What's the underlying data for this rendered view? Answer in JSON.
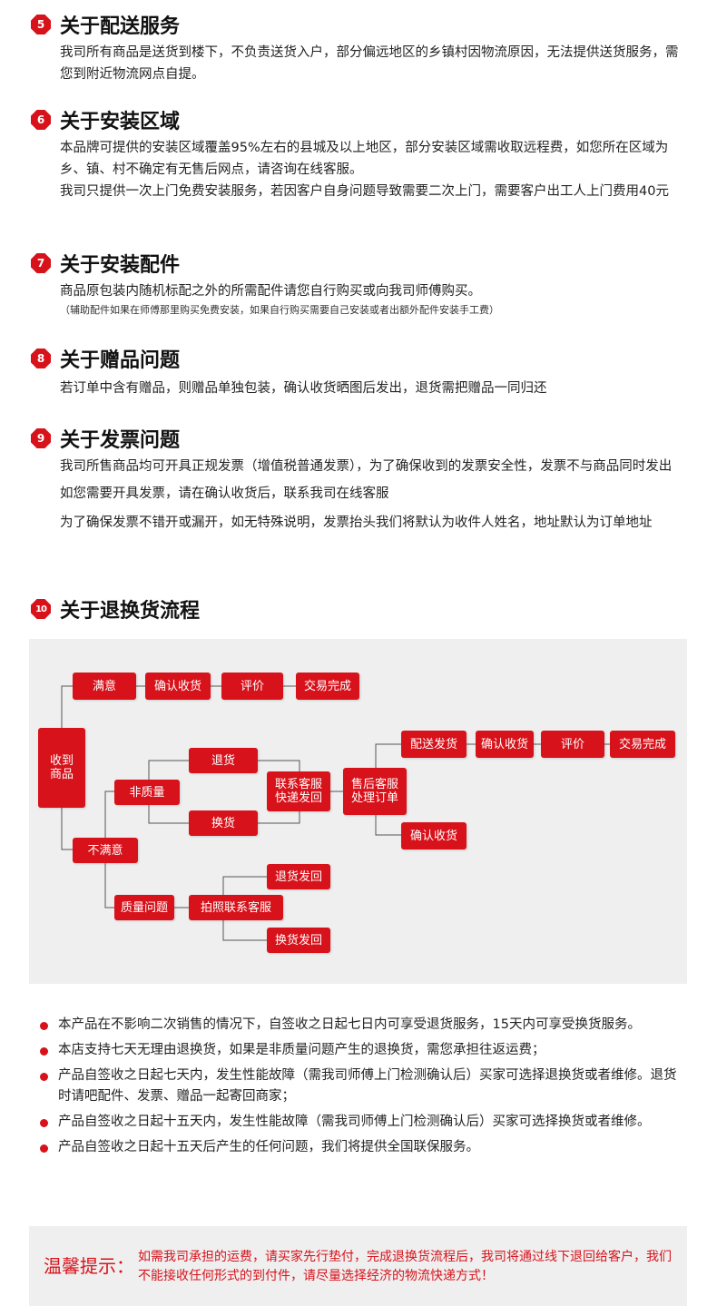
{
  "sections": [
    {
      "num": "5",
      "title": "关于配送服务",
      "paras": [
        "我司所有商品是送货到楼下，不负责送货入户，部分偏远地区的乡镇村因物流原因，无法提供送货服务，需您到附近物流网点自提。"
      ]
    },
    {
      "num": "6",
      "title": "关于安装区域",
      "paras": [
        "本品牌可提供的安装区域覆盖95%左右的县城及以上地区，部分安装区域需收取远程费，如您所在区域为乡、镇、村不确定有无售后网点，请咨询在线客服。",
        "我司只提供一次上门免费安装服务，若因客户自身问题导致需要二次上门，需要客户出工人上门费用40元"
      ]
    },
    {
      "num": "7",
      "title": "关于安装配件",
      "paras": [
        "商品原包装内随机标配之外的所需配件请您自行购买或向我司师傅购买。"
      ],
      "note": "（辅助配件如果在师傅那里购买免费安装，如果自行购买需要自己安装或者出额外配件安装手工费）"
    },
    {
      "num": "8",
      "title": "关于赠品问题",
      "paras": [
        "若订单中含有赠品，则赠品单独包装，确认收货晒图后发出，退货需把赠品一同归还"
      ]
    },
    {
      "num": "9",
      "title": "关于发票问题",
      "paras": [
        "我司所售商品均可开具正规发票（增值税普通发票），为了确保收到的发票安全性，发票不与商品同时发出",
        "如您需要开具发票，请在确认收货后，联系我司在线客服",
        "为了确保发票不错开或漏开，如无特殊说明，发票抬头我们将默认为收件人姓名，地址默认为订单地址"
      ]
    },
    {
      "num": "10",
      "title": "关于退换货流程",
      "paras": []
    }
  ],
  "flow": {
    "receive": "收到\n商品",
    "satisfied": "满意",
    "confirm1": "确认收货",
    "review1": "评价",
    "done1": "交易完成",
    "unsatisfied": "不满意",
    "nonquality": "非质量",
    "return": "退货",
    "exchange": "换货",
    "contact_cs": "联系客服\n快递发回",
    "aftersale": "售后客服\n处理订单",
    "ship": "配送发货",
    "confirm2": "确认收货",
    "review2": "评价",
    "done2": "交易完成",
    "confirm3": "确认收货",
    "quality": "质量问题",
    "photo_cs": "拍照联系客服",
    "return_ship": "退货发回",
    "exchange_ship": "换货发回"
  },
  "notes": [
    "本产品在不影响二次销售的情况下，自签收之日起七日内可享受退货服务，15天内可享受换货服务。",
    "本店支持七天无理由退换货，如果是非质量问题产生的退换货，需您承担往返运费；",
    "产品自签收之日起七天内，发生性能故障（需我司师傅上门检测确认后）买家可选择退换货或者维修。退货时请吧配件、发票、赠品一起寄回商家；",
    "产品自签收之日起十五天内，发生性能故障（需我司师傅上门检测确认后）买家可选择换货或者维修。",
    "产品自签收之日起十五天后产生的任何问题，我们将提供全国联保服务。"
  ],
  "tip": {
    "label": "温馨提示：",
    "text": "如需我司承担的运费，请买家先行垫付，完成退换货流程后，我司将通过线下退回给客户，我们不能接收任何形式的到付件，请尽量选择经济的物流快递方式！"
  },
  "colors": {
    "accent": "#d7121b",
    "panel": "#efefef"
  }
}
